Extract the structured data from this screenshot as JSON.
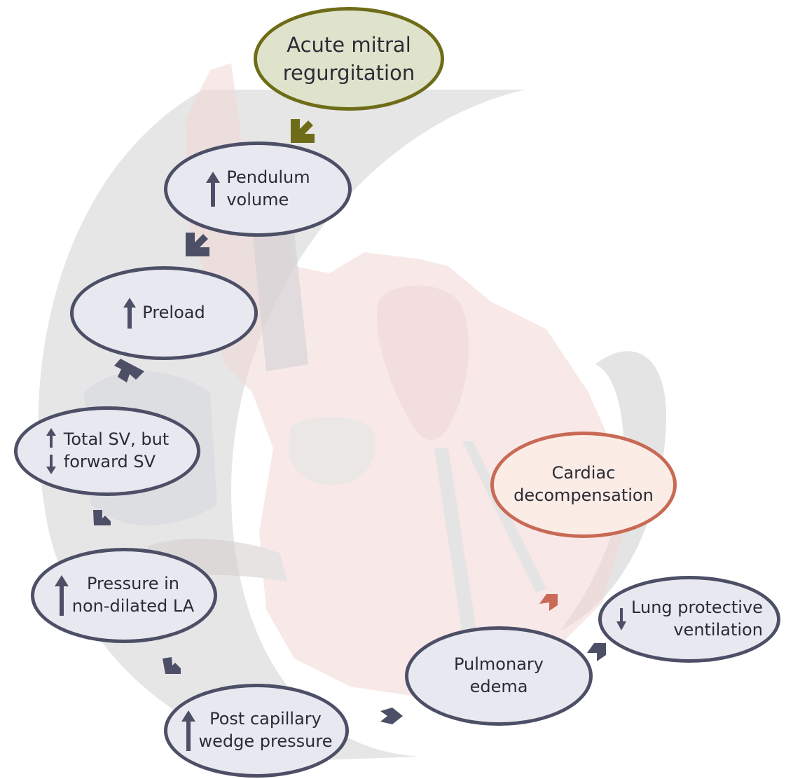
{
  "nodes": {
    "acute": {
      "line1": "Acute mitral",
      "line2": "regurgitation"
    },
    "pendulum": {
      "line1": "Pendulum",
      "line2": "volume"
    },
    "preload": {
      "text": "Preload"
    },
    "sv": {
      "line1": "Total SV, but",
      "line2": "forward SV"
    },
    "pressure_la": {
      "line1": "Pressure in",
      "line2": "non-dilated LA"
    },
    "pcwp": {
      "line1": "Post capillary",
      "line2": "wedge pressure"
    },
    "edema": {
      "line1": "Pulmonary",
      "line2": "edema"
    },
    "lung": {
      "line1": "Lung protective",
      "line2": "ventilation"
    },
    "cardiac": {
      "line1": "Cardiac",
      "line2": "decompensation"
    }
  },
  "colors": {
    "node_border": "#4c4f66",
    "node_fill": "#e8e9f0",
    "start_border": "#6e6c18",
    "start_fill": "#dfe3cc",
    "alert_border": "#c86a55",
    "alert_fill": "#fbece6",
    "flow_arrow": "#4c4f66",
    "start_arrow": "#6e6c18",
    "alert_arrow": "#c86a55"
  }
}
